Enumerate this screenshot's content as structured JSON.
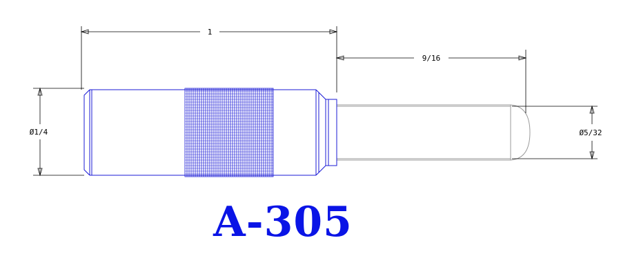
{
  "drawing": {
    "part_number": "A-305",
    "dimensions": {
      "overall_length": "1",
      "pin_length": "9/16",
      "body_diameter": "Ø1/4",
      "pin_diameter": "Ø5/32"
    }
  },
  "colors": {
    "body_outline": "#1a1ad6",
    "knurl": "#1a1ad6",
    "pin_outline": "#9a9a9a",
    "dimension_lines": "#000000",
    "part_number": "#0a14e6"
  }
}
